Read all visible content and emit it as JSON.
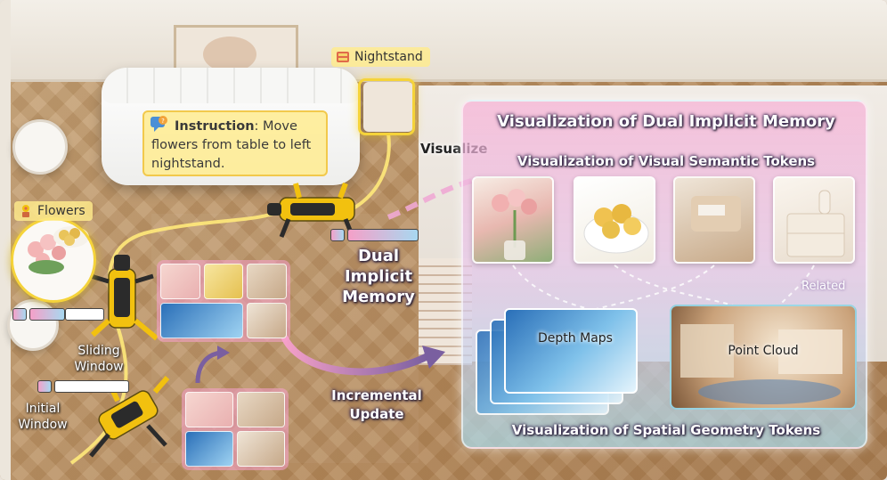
{
  "labels": {
    "nightstand": "Nightstand",
    "flowers": "Flowers",
    "instruction_lead": "Instruction",
    "instruction_body": ": Move flowers from table to left nightstand.",
    "visualize": "Visualize",
    "dual_implicit_memory_1": "Dual",
    "dual_implicit_memory_2": "Implicit",
    "dual_implicit_memory_3": "Memory",
    "sliding_window_1": "Sliding",
    "sliding_window_2": "Window",
    "initial_window_1": "Initial",
    "initial_window_2": "Window",
    "incremental_update_1": "Incremental",
    "incremental_update_2": "Update"
  },
  "panel": {
    "title": "Visualization of Dual Implicit Memory",
    "semantic_subtitle": "Visualization of Visual Semantic Tokens",
    "geometry_subtitle": "Visualization of Spatial Geometry Tokens",
    "related": "Related",
    "depth_maps": "Depth Maps",
    "point_cloud": "Point Cloud"
  },
  "colors": {
    "highlight": "#f5d33a",
    "semantic_pink": "#f5a0c8",
    "geometry_blue": "#a8d8f0",
    "robot_yellow": "#f2c10f"
  },
  "icons": {
    "nightstand": "nightstand-icon",
    "flowers": "potted-flower-icon",
    "instruction": "speech-bubble-question-icon"
  }
}
